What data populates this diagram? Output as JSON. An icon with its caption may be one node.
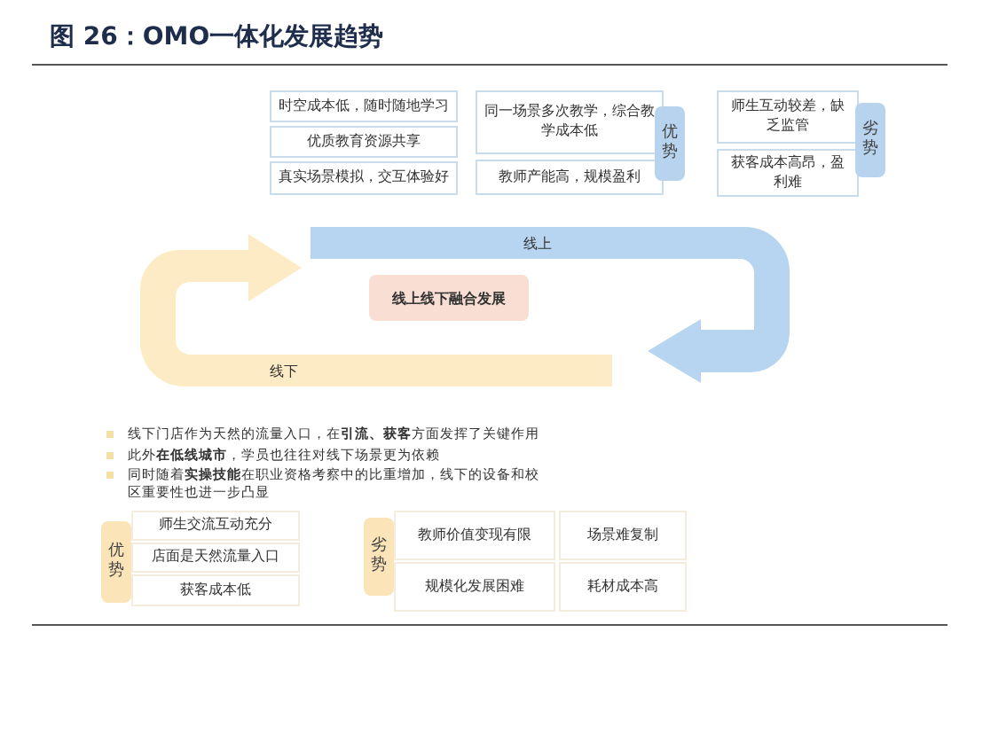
{
  "diagram": {
    "title": "图 26：OMO一体化发展趋势",
    "nodes": [
      {
        "text": [
          "时空成本低，随时随地学习"
        ]
      },
      {
        "text": [
          "优质教育资源共享"
        ]
      },
      {
        "text": [
          "真实场景模拟，交互体验好"
        ]
      },
      {
        "text": [
          "同一场景多次教学，综合教学成本低"
        ]
      },
      {
        "text": [
          "教师产能高，规模盈利"
        ]
      },
      {
        "text": [
          "优势"
        ]
      },
      {
        "text": [
          "师生互动较差，缺乏监管"
        ]
      },
      {
        "text": [
          "获客成本高昂，盈利难"
        ]
      },
      {
        "text": [
          "劣势"
        ]
      },
      {
        "text": [
          "线上"
        ]
      },
      {
        "text": [
          "线上线下融合发展"
        ]
      },
      {
        "text": [
          "线下"
        ]
      },
      {
        "text": [
          "优势"
        ]
      },
      {
        "text": [
          "师生交流互动充分"
        ]
      },
      {
        "text": [
          "店面是天然流量入口"
        ]
      },
      {
        "text": [
          "获客成本低"
        ]
      },
      {
        "text": [
          "劣势"
        ]
      },
      {
        "text": [
          "教师价值变现有限"
        ]
      },
      {
        "text": [
          "场景难复制"
        ]
      },
      {
        "text": [
          "规模化发展困难"
        ]
      },
      {
        "text": [
          "耗材成本高"
        ]
      }
    ],
    "labels": [
      "线下门店作为天然的流量入口，在**引流、获客**方面发挥了关键作用",
      "此外**在低线城市**，学员也往往对线下场景更为依赖",
      "同时随着**实操技能**在职业资格考察中的比重增加，线下的设备和校区重要性也进一步凸显"
    ]
  }
}
